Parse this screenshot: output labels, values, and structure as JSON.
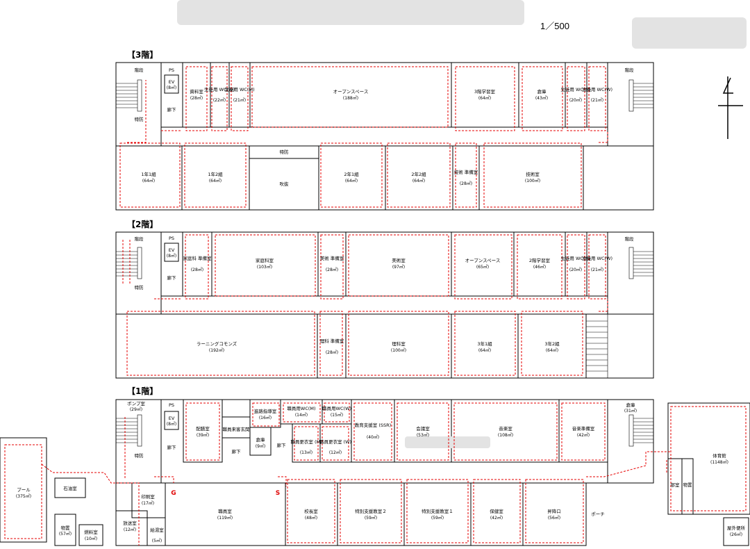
{
  "scale": "1／500",
  "floors": {
    "f3": {
      "title": "【3階】"
    },
    "f2": {
      "title": "【2階】"
    },
    "f1": {
      "title": "【1階】"
    }
  },
  "markers": {
    "g": "G",
    "s": "S"
  },
  "rooms": {
    "f3_stairs_l": {
      "name": "階段",
      "area": ""
    },
    "f3_tokubo": {
      "name": "特防",
      "area": ""
    },
    "f3_ps": {
      "name": "PS",
      "area": ""
    },
    "f3_ev": {
      "name": "EV",
      "area": "(8㎡)"
    },
    "f3_corridor": {
      "name": "廊下",
      "area": ""
    },
    "f3_shiryo": {
      "name": "資料室",
      "area": "(28㎡)"
    },
    "f3_wcw1": {
      "name": "生徒用 WC(W)",
      "area": "(22㎡)"
    },
    "f3_wcm1": {
      "name": "生徒用 WC(M)",
      "area": "(21㎡)"
    },
    "f3_open": {
      "name": "オープンスペース",
      "area": "(188㎡)"
    },
    "f3_gakushu": {
      "name": "3階学習室",
      "area": "(64㎡)"
    },
    "f3_soko": {
      "name": "倉庫",
      "area": "(43㎡)"
    },
    "f3_wcm2": {
      "name": "生徒用 WC(M)",
      "area": "(20㎡)"
    },
    "f3_wcw2": {
      "name": "生徒用 WC(W)",
      "area": "(21㎡)"
    },
    "f3_stairs_r": {
      "name": "階段",
      "area": ""
    },
    "f3_1_1": {
      "name": "1年1組",
      "area": "(64㎡)"
    },
    "f3_1_2": {
      "name": "1年2組",
      "area": "(64㎡)"
    },
    "f3_tokubo2": {
      "name": "特防",
      "area": ""
    },
    "f3_fukinuke": {
      "name": "吹抜",
      "area": ""
    },
    "f3_2_1": {
      "name": "2年1組",
      "area": "(64㎡)"
    },
    "f3_2_2": {
      "name": "2年2組",
      "area": "(64㎡)"
    },
    "f3_gijutsu_j": {
      "name": "技術 準備室",
      "area": "(28㎡)"
    },
    "f3_gijutsu": {
      "name": "技術室",
      "area": "(100㎡)"
    },
    "f2_stairs_l": {
      "name": "階段",
      "area": ""
    },
    "f2_tokubo": {
      "name": "特防",
      "area": ""
    },
    "f2_ps": {
      "name": "PS",
      "area": ""
    },
    "f2_ev": {
      "name": "EV",
      "area": "(8㎡)"
    },
    "f2_corridor": {
      "name": "廊下",
      "area": ""
    },
    "f2_katei_j": {
      "name": "家庭科 準備室",
      "area": "(28㎡)"
    },
    "f2_katei": {
      "name": "家庭科室",
      "area": "(103㎡)"
    },
    "f2_bijutsu_j": {
      "name": "美術 準備室",
      "area": "(28㎡)"
    },
    "f2_bijutsu": {
      "name": "美術室",
      "area": "(97㎡)"
    },
    "f2_open": {
      "name": "オープンスペース",
      "area": "(65㎡)"
    },
    "f2_gakushu": {
      "name": "2階学習室",
      "area": "(46㎡)"
    },
    "f2_wcm": {
      "name": "生徒用 WC(M)",
      "area": "(20㎡)"
    },
    "f2_wcw": {
      "name": "生徒用 WC(W)",
      "area": "(21㎡)"
    },
    "f2_stairs_r": {
      "name": "階段",
      "area": ""
    },
    "f2_learning": {
      "name": "ラーニングコモンズ",
      "area": "(192㎡)"
    },
    "f2_rika_j": {
      "name": "理科 準備室",
      "area": "(28㎡)"
    },
    "f2_rika": {
      "name": "理科室",
      "area": "(100㎡)"
    },
    "f2_3_1": {
      "name": "3年1組",
      "area": "(64㎡)"
    },
    "f2_3_2": {
      "name": "3年2組",
      "area": "(64㎡)"
    },
    "f1_pump": {
      "name": "ポンプ室",
      "area": "(29㎡)"
    },
    "f1_tokubo": {
      "name": "特防",
      "area": ""
    },
    "f1_ps": {
      "name": "PS",
      "area": ""
    },
    "f1_ev": {
      "name": "EV",
      "area": "(8㎡)"
    },
    "f1_corridor": {
      "name": "廊下",
      "area": ""
    },
    "f1_haizen": {
      "name": "配膳室",
      "area": "(39㎡)"
    },
    "f1_shokuin_genkan": {
      "name": "職員来客玄関",
      "area": ""
    },
    "f1_corridor2": {
      "name": "廊下",
      "area": ""
    },
    "f1_shinro": {
      "name": "進路指導室",
      "area": "(16㎡)"
    },
    "f1_soko": {
      "name": "倉庫",
      "area": "(9㎡)"
    },
    "f1_corridor3": {
      "name": "廊下",
      "area": ""
    },
    "f1_wcm": {
      "name": "職員用WC(M)",
      "area": "(14㎡)"
    },
    "f1_wcw": {
      "name": "職員用WC(W)",
      "area": "(15㎡)"
    },
    "f1_kouii_m": {
      "name": "職員更衣室 (M)",
      "area": "(13㎡)"
    },
    "f1_kouii_w": {
      "name": "職員更衣室 (W)",
      "area": "(12㎡)"
    },
    "f1_kyoiku": {
      "name": "教育支援室 (SSR)",
      "area": "(40㎡)"
    },
    "f1_kaigi": {
      "name": "会議室",
      "area": "(53㎡)"
    },
    "f1_ongaku": {
      "name": "音楽室",
      "area": "(108㎡)"
    },
    "f1_ongaku_j": {
      "name": "音楽準備室",
      "area": "(42㎡)"
    },
    "f1_soko2": {
      "name": "倉庫",
      "area": "(31㎡)"
    },
    "f1_insatsu": {
      "name": "印刷室",
      "area": "(17㎡)"
    },
    "f1_hoso": {
      "name": "放送室",
      "area": "(12㎡)"
    },
    "f1_kyuto": {
      "name": "給湯室",
      "area": "(5㎡)"
    },
    "f1_shokuin": {
      "name": "職員室",
      "area": "(119㎡)"
    },
    "f1_kocho": {
      "name": "校長室",
      "area": "(48㎡)"
    },
    "f1_tokushi2": {
      "name": "特別支援教室２",
      "area": "(59㎡)"
    },
    "f1_tokushi1": {
      "name": "特別支援教室１",
      "area": "(59㎡)"
    },
    "f1_hoken": {
      "name": "保健室",
      "area": "(42㎡)"
    },
    "f1_shoukou": {
      "name": "昇降口",
      "area": "(56㎡)"
    },
    "f1_porch": {
      "name": "ポーチ",
      "area": ""
    },
    "f1_pool": {
      "name": "プール",
      "area": "(375㎡)"
    },
    "f1_sekiyu": {
      "name": "石油室",
      "area": ""
    },
    "f1_bikou": {
      "name": "物置",
      "area": "(57㎡)"
    },
    "f1_nenryo": {
      "name": "燃料室",
      "area": "(10㎡)"
    },
    "f1_taiiku": {
      "name": "体育館",
      "area": "(1148㎡)"
    },
    "f1_bu": {
      "name": "部室",
      "area": ""
    },
    "f1_butsu": {
      "name": "物置",
      "area": ""
    },
    "f1_okugai": {
      "name": "屋外便所",
      "area": "(26㎡)"
    }
  }
}
